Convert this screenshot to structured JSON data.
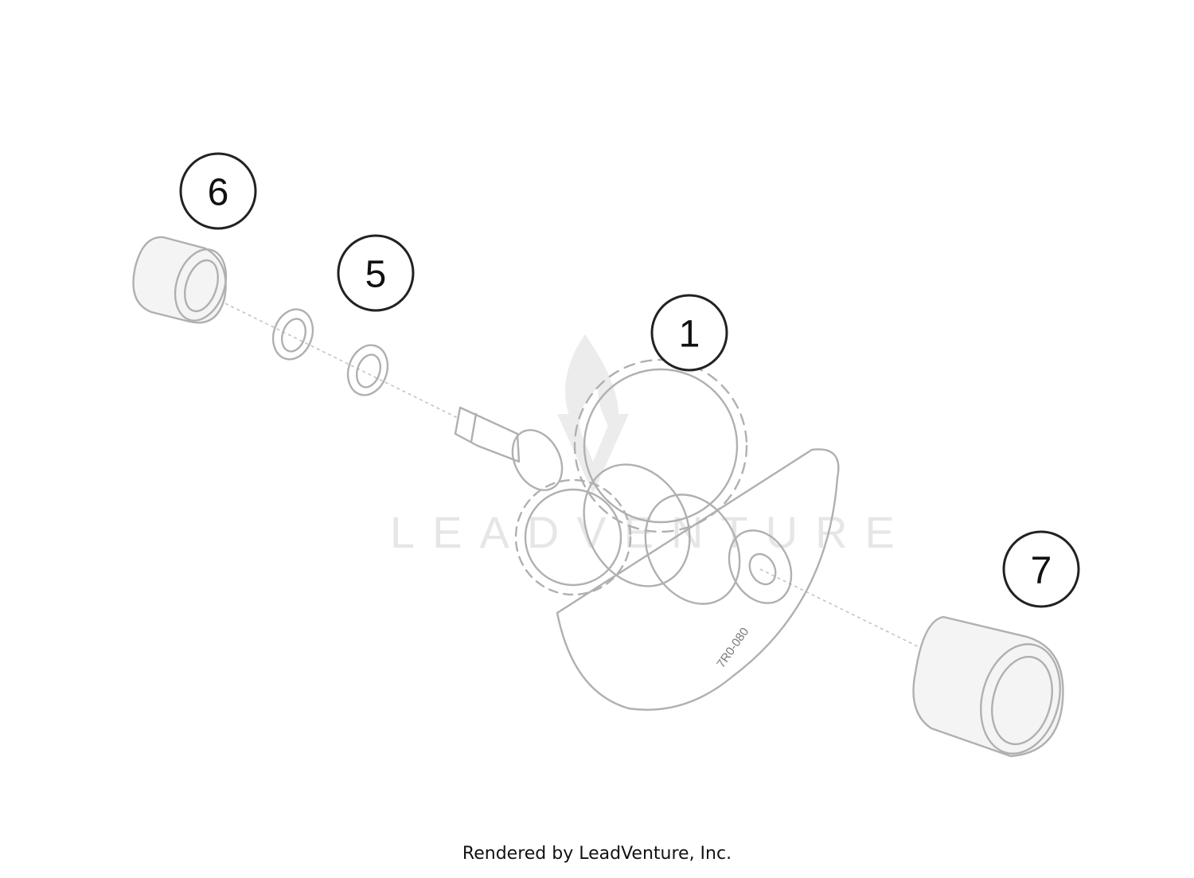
{
  "diagram": {
    "callouts": [
      {
        "label": "6"
      },
      {
        "label": "5"
      },
      {
        "label": "1"
      },
      {
        "label": "7"
      }
    ],
    "watermark": "LEADVENTURE",
    "part_stamp": "7R0-080"
  },
  "footer": {
    "credit": "Rendered by LeadVenture, Inc."
  }
}
